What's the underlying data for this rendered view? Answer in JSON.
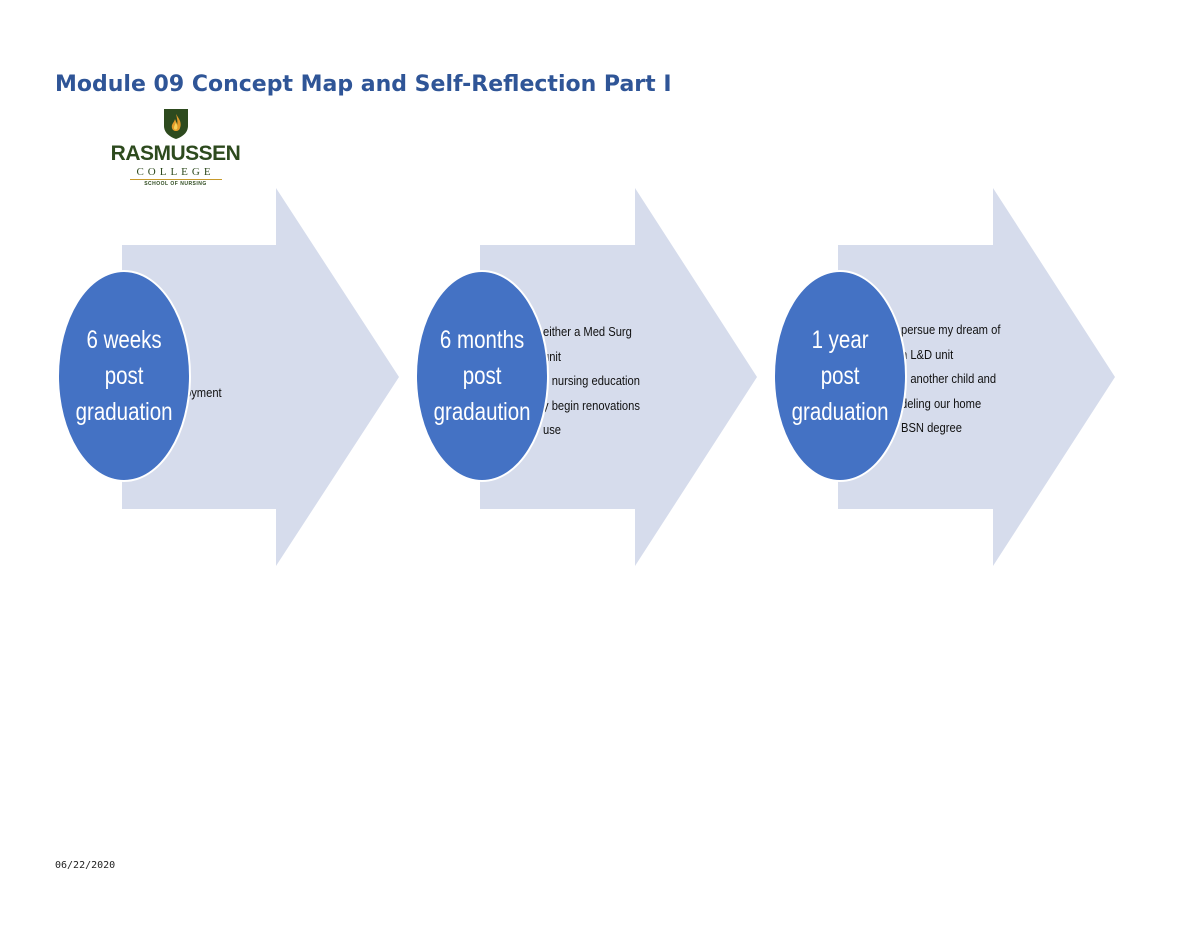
{
  "document": {
    "title": "Module 09 Concept Map and Self-Reflection Part I",
    "date": "06/22/2020"
  },
  "logo": {
    "name": "RASMUSSEN",
    "college": "COLLEGE",
    "school": "SCHOOL OF NURSING",
    "icon": "flame-shield-icon",
    "colors": {
      "primary": "#2d4a1e",
      "accent": "#c79a2b"
    }
  },
  "concept_map": {
    "colors": {
      "arrow": "#d6dcec",
      "oval": "#4472c4",
      "oval_text": "#ffffff"
    },
    "stages": [
      {
        "label_lines": [
          "6 weeks",
          "post",
          "graduation"
        ],
        "bullets": [
          "oyment"
        ]
      },
      {
        "label_lines": [
          "6 months",
          "post",
          "gradaution"
        ],
        "bullets": [
          "either a Med Surg",
          "unit",
          "y nursing education",
          "y begin renovations",
          "use"
        ]
      },
      {
        "label_lines": [
          "1 year",
          "post",
          "graduation"
        ],
        "bullets": [
          "persue my dream of",
          "n L&D unit",
          "e another child and",
          "deling our home",
          "BSN degree"
        ]
      }
    ]
  }
}
